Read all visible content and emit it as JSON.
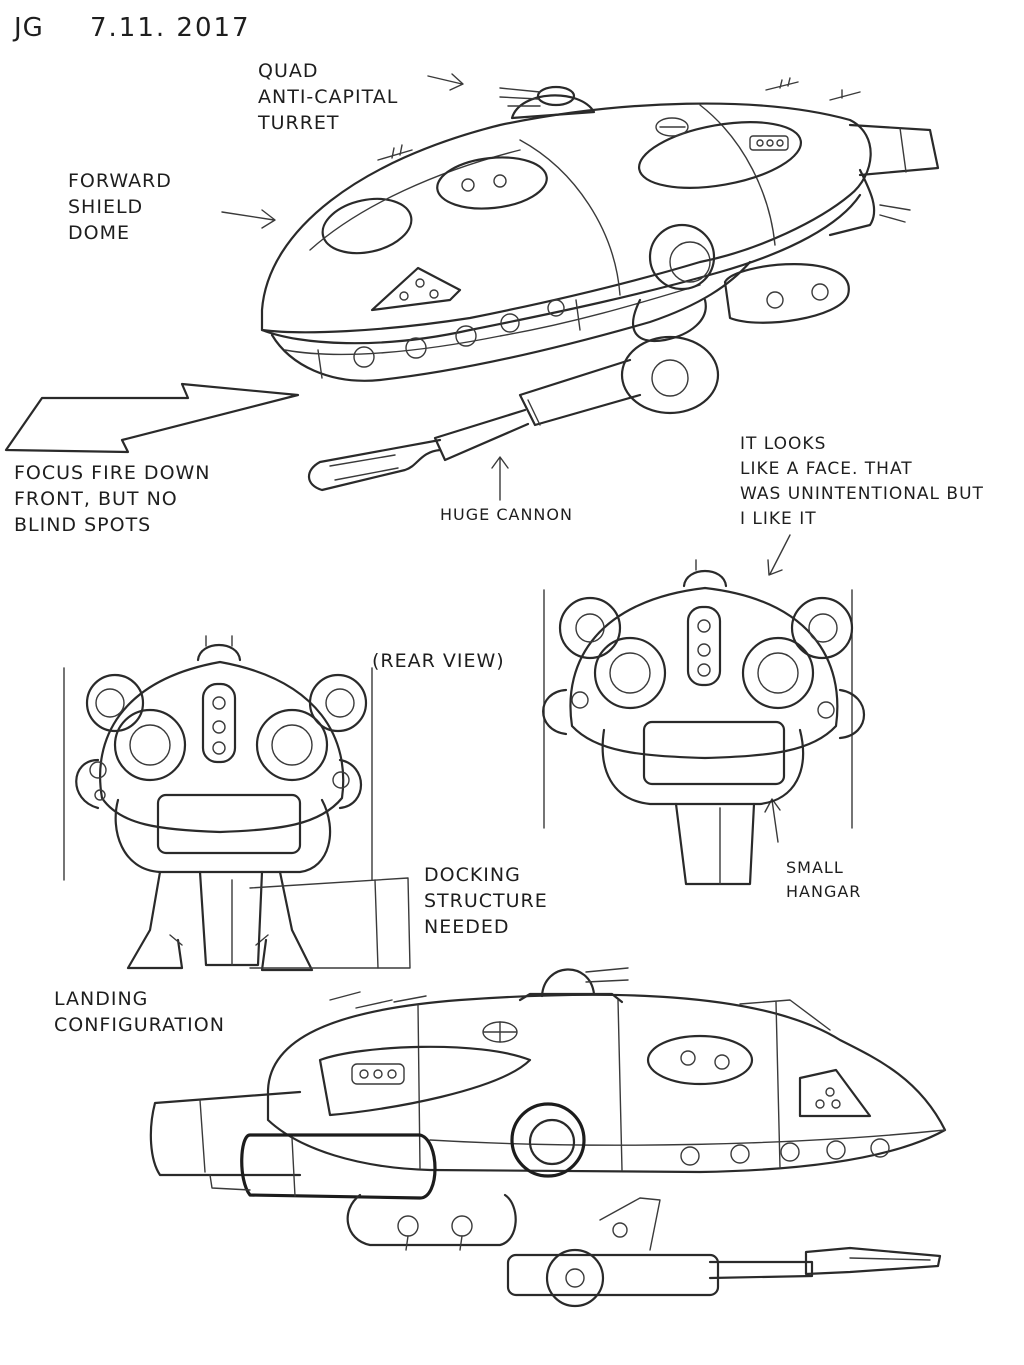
{
  "header": {
    "initials": "JG",
    "date": "7.11. 2017"
  },
  "notes": {
    "turret": "QUAD\nANTI-CAPITAL\nTURRET",
    "shield": "FORWARD\nSHIELD\nDOME",
    "focus_fire": "FOCUS FIRE DOWN\nFRONT, BUT NO\nBLIND SPOTS",
    "cannon": "HUGE CANNON",
    "face": "IT LOOKS\nLIKE A FACE. THAT\nWAS UNINTENTIONAL BUT\nI LIKE IT",
    "rear_view": "(REAR VIEW)",
    "docking": "DOCKING\nSTRUCTURE\nNEEDED",
    "hangar": "SMALL\nHANGAR",
    "landing": "LANDING\nCONFIGURATION"
  }
}
